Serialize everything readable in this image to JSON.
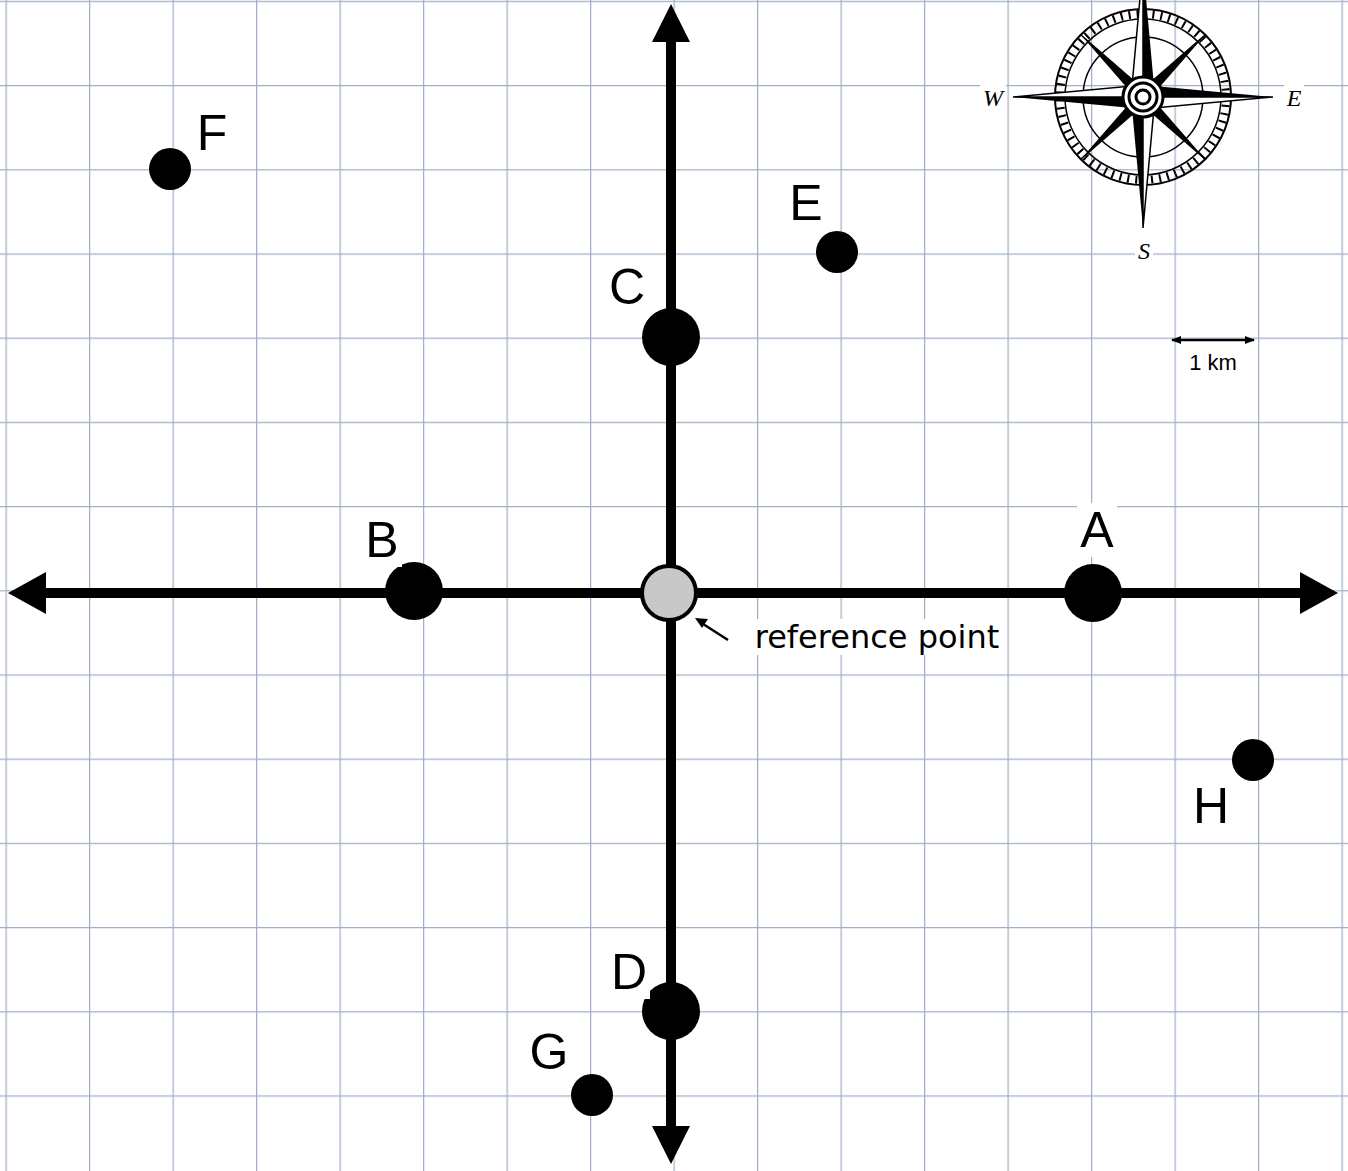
{
  "diagram": {
    "labels": [
      "F",
      "E",
      "C",
      "B",
      "A",
      "H",
      "D",
      "G",
      "reference point",
      "1 km",
      "W",
      "E",
      "S"
    ]
  }
}
